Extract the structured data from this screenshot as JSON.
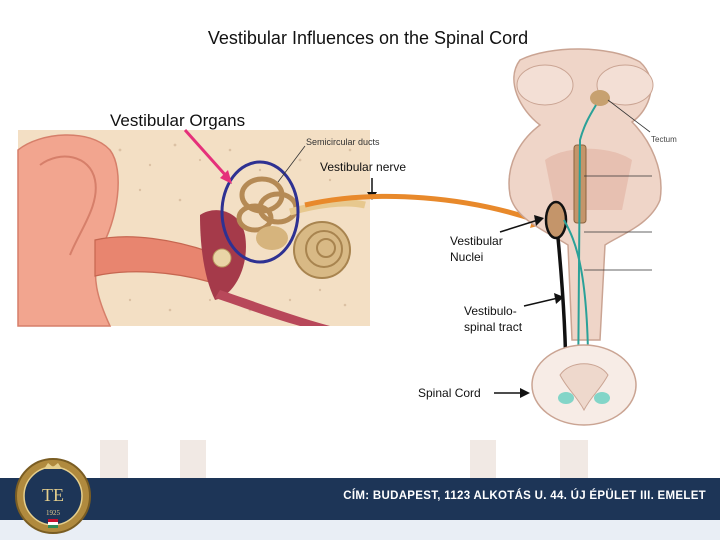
{
  "slide": {
    "title": "Vestibular Influences on the Spinal Cord"
  },
  "labels": {
    "vestibular_organs": "Vestibular Organs",
    "semicircular_ducts": "Semicircular ducts",
    "vestibular_nerve": "Vestibular nerve",
    "tectum": "Tectum",
    "vestibular_nuclei_1": "Vestibular",
    "vestibular_nuclei_2": "Nuclei",
    "vestibulospinal_1": "Vestibulo-",
    "vestibulospinal_2": "spinal tract",
    "spinal_cord": "Spinal Cord"
  },
  "footer": {
    "address": "CÍM: BUDAPEST, 1123 ALKOTÁS U. 44. ÚJ ÉPÜLET III. EMELET",
    "logo_text": "TE",
    "logo_year": "1925"
  },
  "colors": {
    "footer_bar": "#1d3557",
    "highlight_circle": "#2e3192",
    "pointer_arrow": "#e5307a",
    "nerve_arrow": "#e8892b",
    "tract": "#2aa198"
  }
}
